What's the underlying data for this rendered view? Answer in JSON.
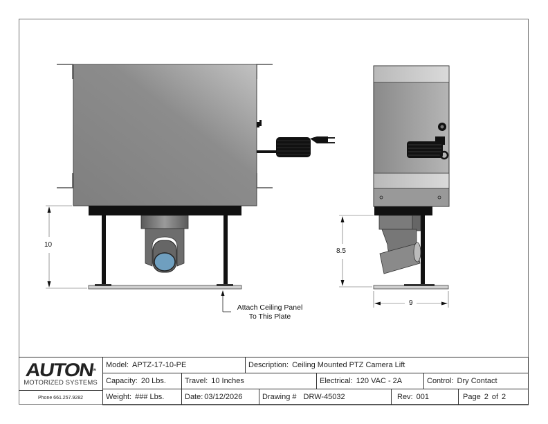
{
  "drawing": {
    "front_view": {
      "height_dimension": "10",
      "callout": {
        "line1": "Attach Ceiling Panel",
        "line2": "To This Plate"
      }
    },
    "side_view": {
      "height_dimension": "8.5",
      "width_dimension": "9"
    },
    "colors": {
      "housing_gray": "#8a8a8a",
      "housing_light": "#bdbdbd",
      "lens_blue": "#6f9fbf",
      "black": "#111111"
    }
  },
  "title_block": {
    "logo": {
      "brand": "AUTON",
      "tagline": "MOTORIZED SYSTEMS",
      "phone": "Phone 661.257.9282"
    },
    "model": {
      "label": "Model:",
      "value": "APTZ-17-10-PE"
    },
    "description": {
      "label": "Description:",
      "value": "Ceiling Mounted PTZ Camera Lift"
    },
    "capacity": {
      "label": "Capacity:",
      "value": "20 Lbs."
    },
    "travel": {
      "label": "Travel:",
      "value": "10 Inches"
    },
    "electrical": {
      "label": "Electrical:",
      "value": "120 VAC - 2A"
    },
    "control": {
      "label": "Control:",
      "value": "Dry Contact"
    },
    "weight": {
      "label": "Weight:",
      "value": "### Lbs."
    },
    "date": {
      "label": "Date:",
      "value": "03/12/2026"
    },
    "drawing_number": {
      "label": "Drawing #",
      "value": "DRW-45032"
    },
    "rev": {
      "label": "Rev:",
      "value": "001"
    },
    "page": {
      "label": "Page",
      "current": "2",
      "of": "of",
      "total": "2"
    }
  }
}
